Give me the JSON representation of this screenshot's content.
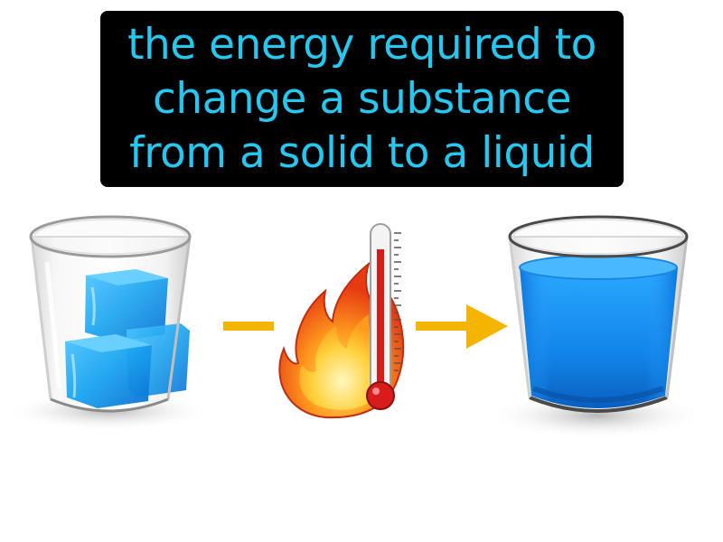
{
  "definition": {
    "lines": [
      "the energy required to",
      "change a substance",
      "from a solid to a liquid"
    ]
  },
  "colors": {
    "caption_background": "#000000",
    "caption_text": "#25c8f0",
    "arrow": "#f5b400",
    "ice": "#1aa3f0",
    "water": "#1590ee",
    "thermometer_fill": "#d81b1b"
  },
  "icons": [
    "glass-of-ice-icon",
    "arrow-icon",
    "fire-icon",
    "thermometer-icon",
    "glass-of-water-icon"
  ]
}
